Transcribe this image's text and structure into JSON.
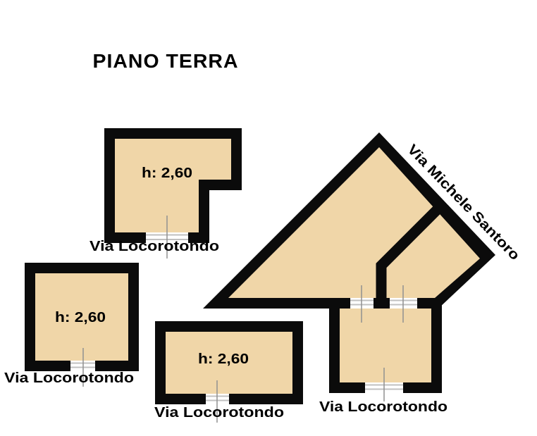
{
  "plan": {
    "title": "PIANO TERRA"
  },
  "units": {
    "top_left": {
      "height_label": "h: 2,60",
      "street_label": "Via Locorotondo"
    },
    "middle_left": {
      "height_label": "h: 2,60",
      "street_label": "Via Locorotondo"
    },
    "bottom_center": {
      "height_label": "h: 2,60",
      "street_label": "Via Locorotondo"
    },
    "bottom_right": {
      "street_label": "Via Locorotondo"
    },
    "main_triangle": {
      "street_label": "Via Michele Santoro"
    }
  },
  "colors": {
    "bg": "#ffffff",
    "wall": "#0b0b0b",
    "floor": "#f0d6a8",
    "wline": "#c0c0c0",
    "cline": "#909090",
    "ink": "#000000"
  }
}
